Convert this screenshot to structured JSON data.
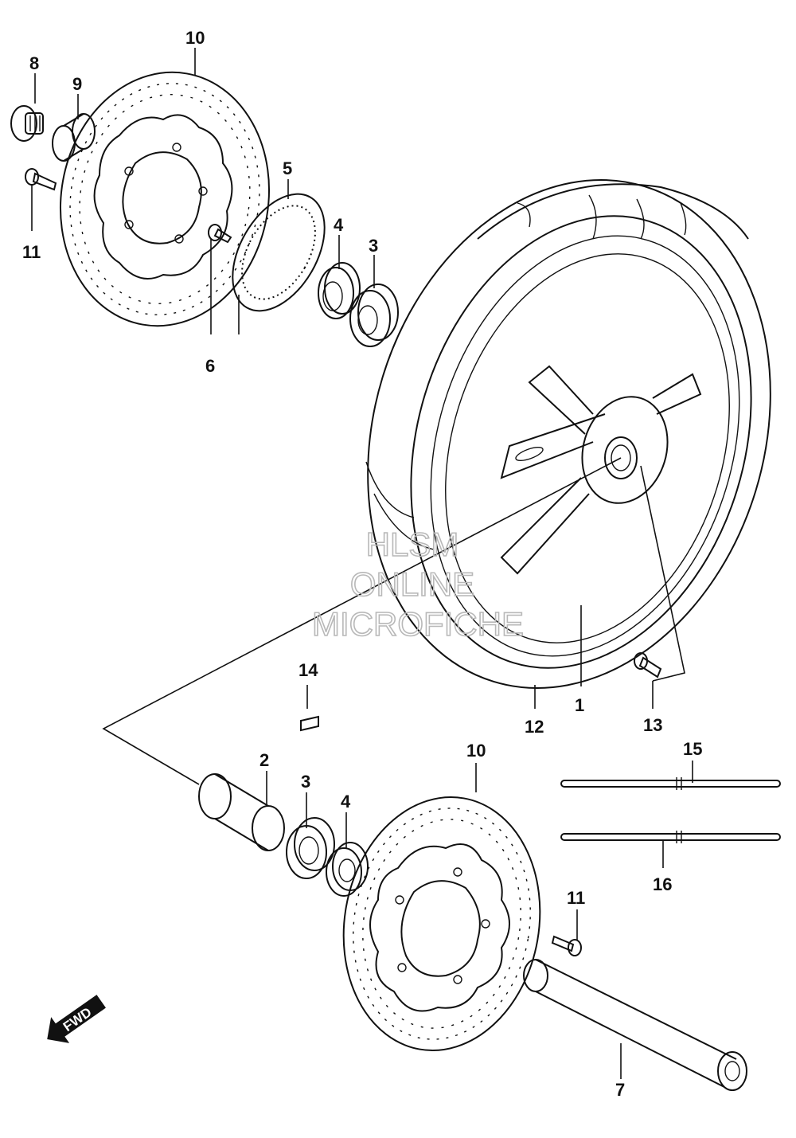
{
  "watermark": {
    "line1": "HLSM",
    "line2": "ONLINE",
    "line3": "MICROFICHE"
  },
  "fwd_label": "FWD",
  "callouts": {
    "c1": "1",
    "c2": "2",
    "c3a": "3",
    "c3b": "3",
    "c4a": "4",
    "c4b": "4",
    "c5": "5",
    "c6": "6",
    "c7": "7",
    "c8": "8",
    "c9": "9",
    "c10a": "10",
    "c10b": "10",
    "c11a": "11",
    "c11b": "11",
    "c12": "12",
    "c13": "13",
    "c14": "14",
    "c15": "15",
    "c16": "16"
  }
}
